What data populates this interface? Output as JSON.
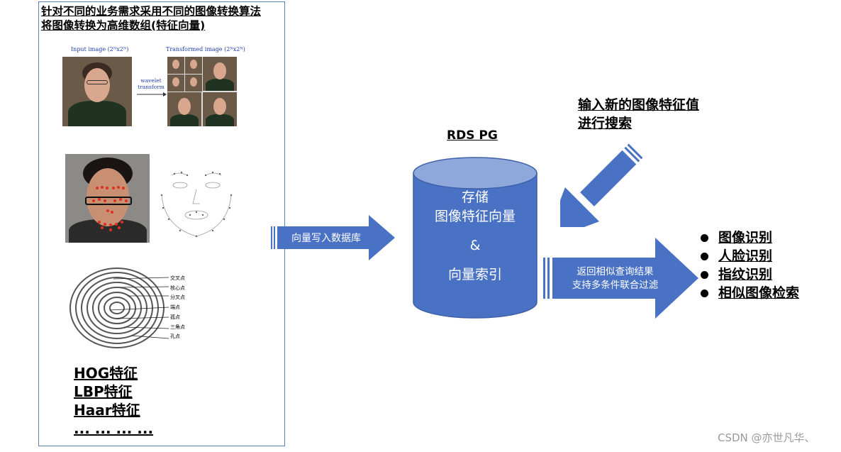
{
  "left_panel": {
    "title_lines": [
      "针对不同的业务需求采用不同的图像转换算法",
      "将图像转换为高维数组(特征向量)"
    ],
    "wavelet": {
      "input_label": "Input image (2ᴺx2ᴺ)",
      "output_label": "Transformed image (2ᴺx2ᴺ)",
      "arrow_label_1": "wavelet",
      "arrow_label_2": "transform"
    },
    "fingerprint_labels": [
      "交叉点",
      "核心点",
      "分叉点",
      "端点",
      "孤点",
      "三角点",
      "孔点"
    ],
    "features": [
      "HOG特征",
      "LBP特征",
      "Haar特征",
      "... ... ... ..."
    ]
  },
  "arrow_write": {
    "label": "向量写入数据库"
  },
  "database": {
    "title": "RDS PG",
    "lines": [
      "存储",
      "图像特征向量",
      "",
      "&",
      "",
      "向量索引"
    ]
  },
  "search_note": {
    "lines": [
      "输入新的图像特征值",
      "进行搜索"
    ]
  },
  "arrow_return": {
    "lines": [
      "返回相似查询结果",
      "支持多条件联合过滤"
    ]
  },
  "applications": [
    "图像识别",
    "人脸识别",
    "指纹识别",
    "相似图像检索"
  ],
  "watermark": "CSDN @亦世凡华、",
  "colors": {
    "accent_blue": "#4a72c4",
    "panel_border": "#5b7fb8",
    "cylinder_top": "#8fa8dc"
  }
}
